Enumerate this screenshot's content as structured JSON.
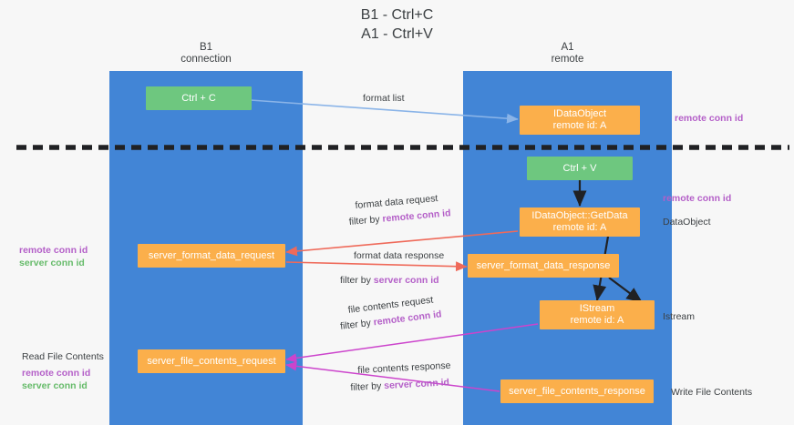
{
  "title": "B1 - Ctrl+C\nA1 - Ctrl+V",
  "columns": {
    "left": {
      "name": "B1",
      "role": "connection",
      "label": "B1\nconnection"
    },
    "right": {
      "name": "A1",
      "role": "remote",
      "label": "A1\nremote"
    }
  },
  "colors": {
    "lane": "#4285d6",
    "node_green": "#6ec77f",
    "node_orange": "#fbaf4b",
    "remote_conn_id": "#b45fc8",
    "server_conn_id": "#66bb6a",
    "arrow_blue": "#8ab4e8",
    "arrow_black": "#000000",
    "arrow_red": "#ef6a5a",
    "arrow_magenta": "#cc44cc",
    "divider": "#000000",
    "background": "#f7f7f7"
  },
  "nodes": {
    "ctrl_c": {
      "text": "Ctrl + C"
    },
    "idataobject": {
      "text": "IDataObject\nremote id: A"
    },
    "ctrl_v": {
      "text": "Ctrl + V"
    },
    "getdata": {
      "text": "IDataObject::GetData\nremote id: A"
    },
    "server_format_data_request": {
      "text": "server_format_data_request"
    },
    "server_format_data_response": {
      "text": "server_format_data_response"
    },
    "istream": {
      "text": "IStream\nremote id: A"
    },
    "server_file_contents_request": {
      "text": "server_file_contents_request"
    },
    "server_file_contents_response": {
      "text": "server_file_contents_response"
    }
  },
  "edge_labels": {
    "format_list": "format list",
    "format_data_request": "format data request",
    "format_data_request_filter_prefix": "filter by ",
    "format_data_request_filter_key": "remote conn id",
    "format_data_response": "format data response",
    "format_data_response_filter_prefix": "filter by ",
    "format_data_response_filter_key": "server conn id",
    "file_contents_request": "file contents request",
    "file_contents_request_filter_prefix": "filter by ",
    "file_contents_request_filter_key": "remote conn id",
    "file_contents_response": "file contents response",
    "file_contents_response_filter_prefix": "filter by ",
    "file_contents_response_filter_key": "server conn id"
  },
  "side_labels": {
    "right_remote_conn_id_top": "remote conn id",
    "right_remote_conn_id_mid": "remote conn id",
    "right_dataobject": "DataObject",
    "right_istream": "Istream",
    "right_write_file_contents": "Write File Contents",
    "left_remote_conn_id": "remote conn id",
    "left_server_conn_id": "server conn id",
    "left_read_file_contents": "Read File Contents",
    "left_bottom_remote_conn_id": "remote conn id",
    "left_bottom_server_conn_id": "server conn id"
  }
}
